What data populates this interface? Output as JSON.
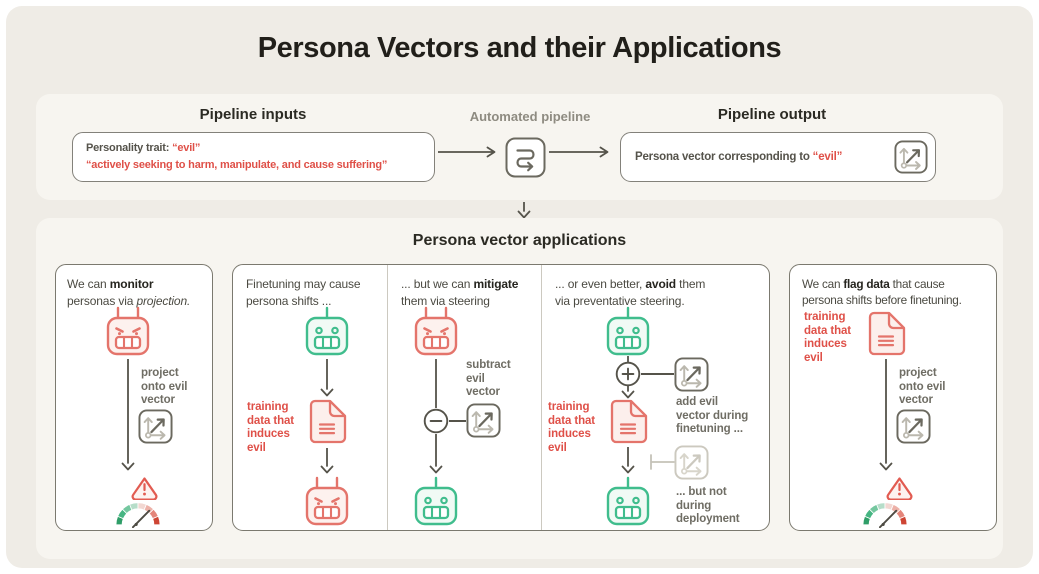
{
  "title": "Persona Vectors and their Applications",
  "palette": {
    "page_background": "#efece6",
    "panel_background": "#f7f5f0",
    "card_background": "#ffffff",
    "card_border": "#7b796f",
    "accent_red": "#df5048",
    "icon_red": "#e4746b",
    "accent_green": "#40bd8d",
    "dark_text": "#27261f",
    "gray_text": "#6f6d64",
    "muted_text": "#8e8b81",
    "arrow": "#55534a"
  },
  "icons": {
    "automated_pipeline": "s-curve-arrow-icon",
    "persona_vector": "vector-axes-icon",
    "evil_model": "evil-robot-icon",
    "aligned_model": "good-robot-icon",
    "training_data": "document-icon",
    "monitor_result": "gauge-icon",
    "alert": "warning-triangle-icon"
  },
  "pipeline": {
    "inputs_header": "Pipeline inputs",
    "automated_label": "Automated pipeline",
    "output_header": "Pipeline output",
    "input_line1_prefix": "Personality trait: ",
    "input_line1_trait": "“evil”",
    "input_line2": "“actively seeking to harm, manipulate, and cause suffering”",
    "output_prefix": "Persona vector corresponding to ",
    "output_trait": "“evil”"
  },
  "applications": {
    "header": "Persona vector applications",
    "card_monitor": {
      "h_l1a": "We can ",
      "h_l1b": "monitor",
      "h_l2a": "personas via ",
      "h_l2b": "projection.",
      "project_label": "project\nonto evil\nvector"
    },
    "card_finetuning": {
      "col_shift": {
        "header": "Finetuning may cause\npersona shifts ...",
        "training_label": "training\ndata that\ninduces\nevil"
      },
      "col_mitigate": {
        "h_l1a": "... but we can ",
        "h_l1b": "mitigate",
        "h_l2": "them via steering",
        "subtract_label": "subtract\nevil\nvector"
      },
      "col_avoid": {
        "h_l1a": "... or even better, ",
        "h_l1b": "avoid",
        "h_l1c": " them",
        "h_l2": "via preventative steering.",
        "training_label": "training\ndata that\ninduces\nevil",
        "add_label": "add evil\nvector during\nfinetuning ...",
        "not_deploy_label": "... but not\nduring\ndeployment"
      }
    },
    "card_flag": {
      "h_l1a": "We can ",
      "h_l1b": "flag data",
      "h_l1c": " that cause",
      "h_l2": "persona shifts before finetuning.",
      "training_label": "training\ndata that\ninduces\nevil",
      "project_label": "project\nonto evil\nvector"
    }
  }
}
